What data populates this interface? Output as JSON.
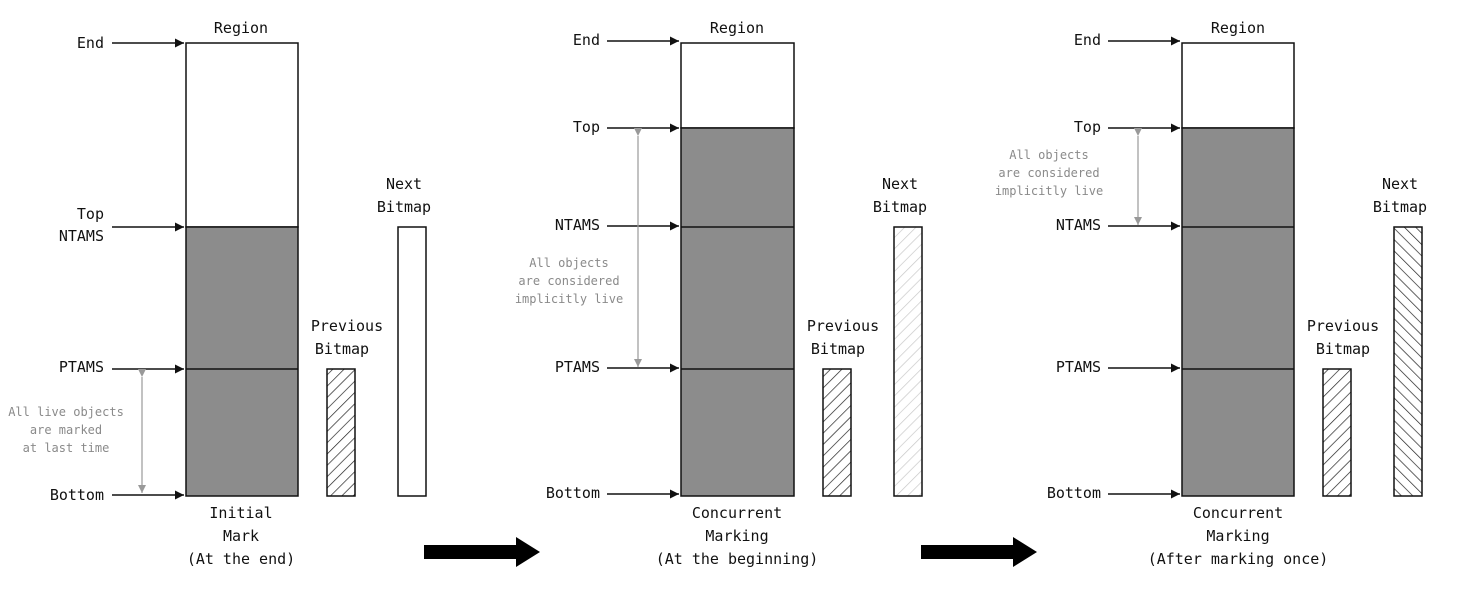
{
  "colors": {
    "region_fill": "#ffffff",
    "marked_fill": "#8c8c8c",
    "stroke": "#111111",
    "note_color": "#9a9a9a",
    "hatch_dark": "#222222",
    "hatch_light": "#c8c8c8"
  },
  "stage1": {
    "region_label": "Region",
    "end": "End",
    "top": "Top",
    "ntams": "NTAMS",
    "ptams": "PTAMS",
    "bottom": "Bottom",
    "note": [
      "All live objects",
      "are marked",
      "at last time"
    ],
    "prev_bitmap": [
      "Previous",
      "Bitmap"
    ],
    "next_bitmap": [
      "Next",
      "Bitmap"
    ],
    "caption": [
      "Initial",
      "Mark",
      "(At the end)"
    ]
  },
  "stage2": {
    "region_label": "Region",
    "end": "End",
    "top": "Top",
    "ntams": "NTAMS",
    "ptams": "PTAMS",
    "bottom": "Bottom",
    "note": [
      "All objects",
      "are considered",
      "implicitly live"
    ],
    "prev_bitmap": [
      "Previous",
      "Bitmap"
    ],
    "next_bitmap": [
      "Next",
      "Bitmap"
    ],
    "caption": [
      "Concurrent",
      "Marking",
      "(At the beginning)"
    ]
  },
  "stage3": {
    "region_label": "Region",
    "end": "End",
    "top": "Top",
    "ntams": "NTAMS",
    "ptams": "PTAMS",
    "bottom": "Bottom",
    "note": [
      "All objects",
      "are considered",
      "implicitly live"
    ],
    "prev_bitmap": [
      "Previous",
      "Bitmap"
    ],
    "next_bitmap": [
      "Next",
      "Bitmap"
    ],
    "caption": [
      "Concurrent",
      "Marking",
      "(After marking once)"
    ]
  }
}
